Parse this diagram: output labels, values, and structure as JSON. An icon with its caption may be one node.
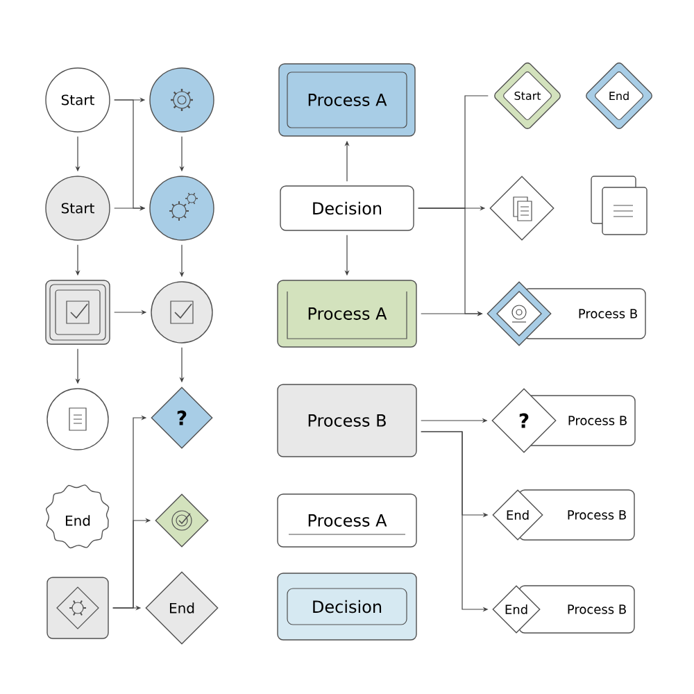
{
  "diagram": {
    "nodes": [
      {
        "text": [
          "Start"
        ]
      },
      {
        "text": [],
        "shape": "circle"
      },
      {
        "text": [
          "Start"
        ]
      },
      {
        "text": [],
        "shape": "circle"
      },
      {
        "text": [],
        "shape": "box"
      },
      {
        "text": [],
        "shape": "circle"
      },
      {
        "text": [],
        "shape": "circle"
      },
      {
        "text": [
          "?"
        ]
      },
      {
        "text": [
          "End"
        ]
      },
      {
        "text": [],
        "shape": "diamond"
      },
      {
        "text": [],
        "shape": "box"
      },
      {
        "text": [
          "End"
        ]
      },
      {
        "text": [
          "Process A"
        ]
      },
      {
        "text": [
          "Decision"
        ]
      },
      {
        "text": [
          "Process A"
        ]
      },
      {
        "text": [
          "Start"
        ]
      },
      {
        "text": [
          "End"
        ]
      },
      {
        "text": [],
        "shape": "diamond"
      },
      {
        "text": [],
        "shape": "box"
      },
      {
        "text": [
          "Process B"
        ]
      },
      {
        "text": [
          "Process B"
        ]
      },
      {
        "text": [
          "Process A"
        ]
      },
      {
        "text": [
          "Decision"
        ]
      },
      {
        "text": [
          "?",
          "Process B"
        ]
      },
      {
        "text": [
          "End",
          "Process B"
        ]
      },
      {
        "text": [
          "End",
          "Process B"
        ]
      }
    ],
    "edges": [
      {
        "from": 0,
        "to": 1,
        "arrow": "to"
      },
      {
        "from": 0,
        "to": 3,
        "arrow": "to"
      },
      {
        "from": 0,
        "to": 2,
        "arrow": "to"
      },
      {
        "from": 1,
        "to": 3,
        "arrow": "to"
      },
      {
        "from": 2,
        "to": 3,
        "arrow": "to"
      },
      {
        "from": 2,
        "to": 4,
        "arrow": "to"
      },
      {
        "from": 3,
        "to": 5,
        "arrow": "to"
      },
      {
        "from": 4,
        "to": 5,
        "arrow": "to"
      },
      {
        "from": 4,
        "to": 6,
        "arrow": "to"
      },
      {
        "from": 5,
        "to": 7,
        "arrow": "to"
      },
      {
        "from": 10,
        "to": 7,
        "arrow": "to"
      },
      {
        "from": 10,
        "to": 9,
        "arrow": "to"
      },
      {
        "from": 10,
        "to": 11,
        "arrow": "to"
      },
      {
        "from": 13,
        "to": 12,
        "arrow": "to"
      },
      {
        "from": 13,
        "to": 14,
        "arrow": "to"
      },
      {
        "from": 13,
        "to": 15,
        "arrow": "none"
      },
      {
        "from": 13,
        "to": 17,
        "arrow": "to"
      },
      {
        "from": 14,
        "to": 19,
        "arrow": "to"
      },
      {
        "from": 13,
        "to": 19,
        "arrow": "to"
      },
      {
        "from": 20,
        "to": 23,
        "arrow": "to"
      },
      {
        "from": 20,
        "to": 24,
        "arrow": "to"
      },
      {
        "from": 20,
        "to": 25,
        "arrow": "to"
      }
    ]
  }
}
